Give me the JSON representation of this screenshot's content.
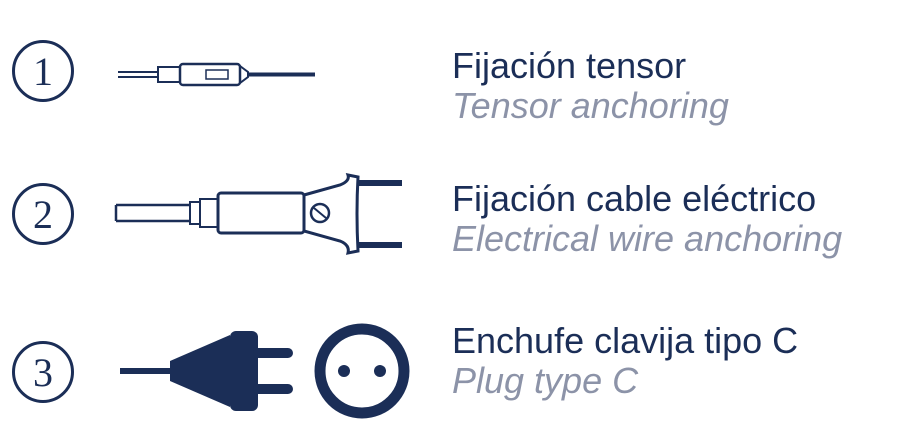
{
  "items": [
    {
      "number": "1",
      "title_es": "Fijación tensor",
      "title_en": "Tensor anchoring",
      "icon": "tensor-anchor-icon"
    },
    {
      "number": "2",
      "title_es": "Fijación cable eléctrico",
      "title_en": "Electrical wire anchoring",
      "icon": "wire-anchor-icon"
    },
    {
      "number": "3",
      "title_es": "Enchufe clavija tipo C",
      "title_en": "Plug type C",
      "icon": "plug-type-c-icon"
    }
  ],
  "colors": {
    "navy": "#1b2e57",
    "grey": "#8c93a8"
  }
}
